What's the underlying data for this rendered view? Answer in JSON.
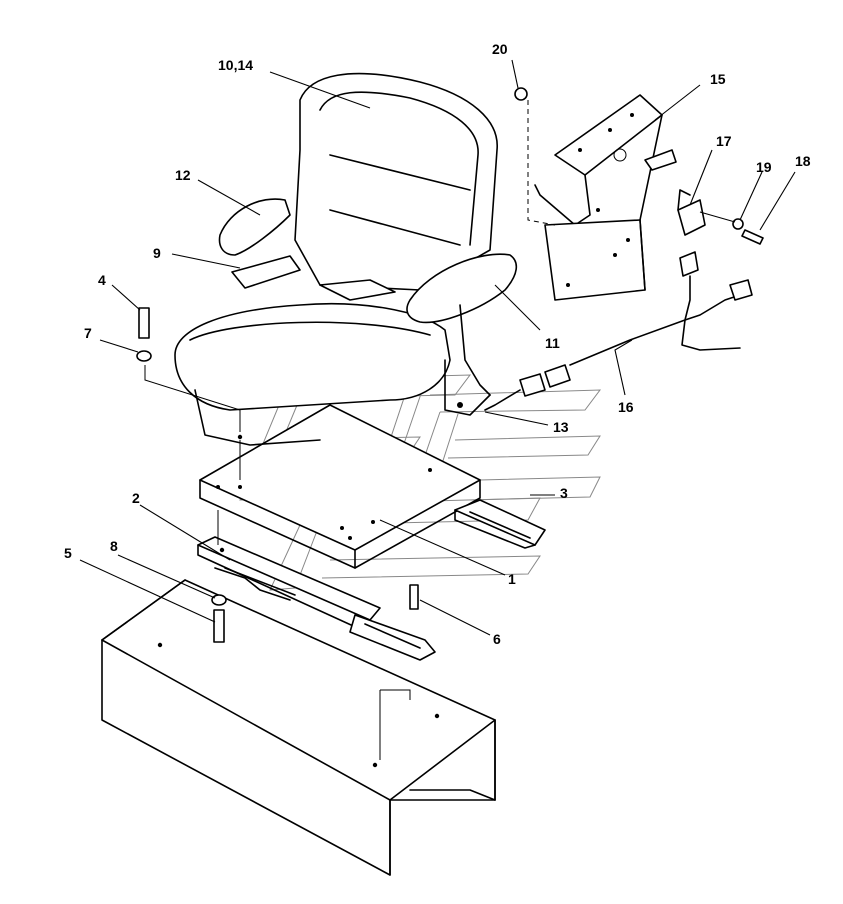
{
  "callouts": {
    "c1": "1",
    "c2": "2",
    "c3": "3",
    "c4": "4",
    "c5": "5",
    "c6": "6",
    "c7": "7",
    "c8": "8",
    "c9": "9",
    "c10_14": "10,14",
    "c11": "11",
    "c12": "12",
    "c13": "13",
    "c15": "15",
    "c16": "16",
    "c17": "17",
    "c18": "18",
    "c19": "19",
    "c20": "20"
  },
  "watermark_color": "#888888",
  "line_color": "#000000"
}
